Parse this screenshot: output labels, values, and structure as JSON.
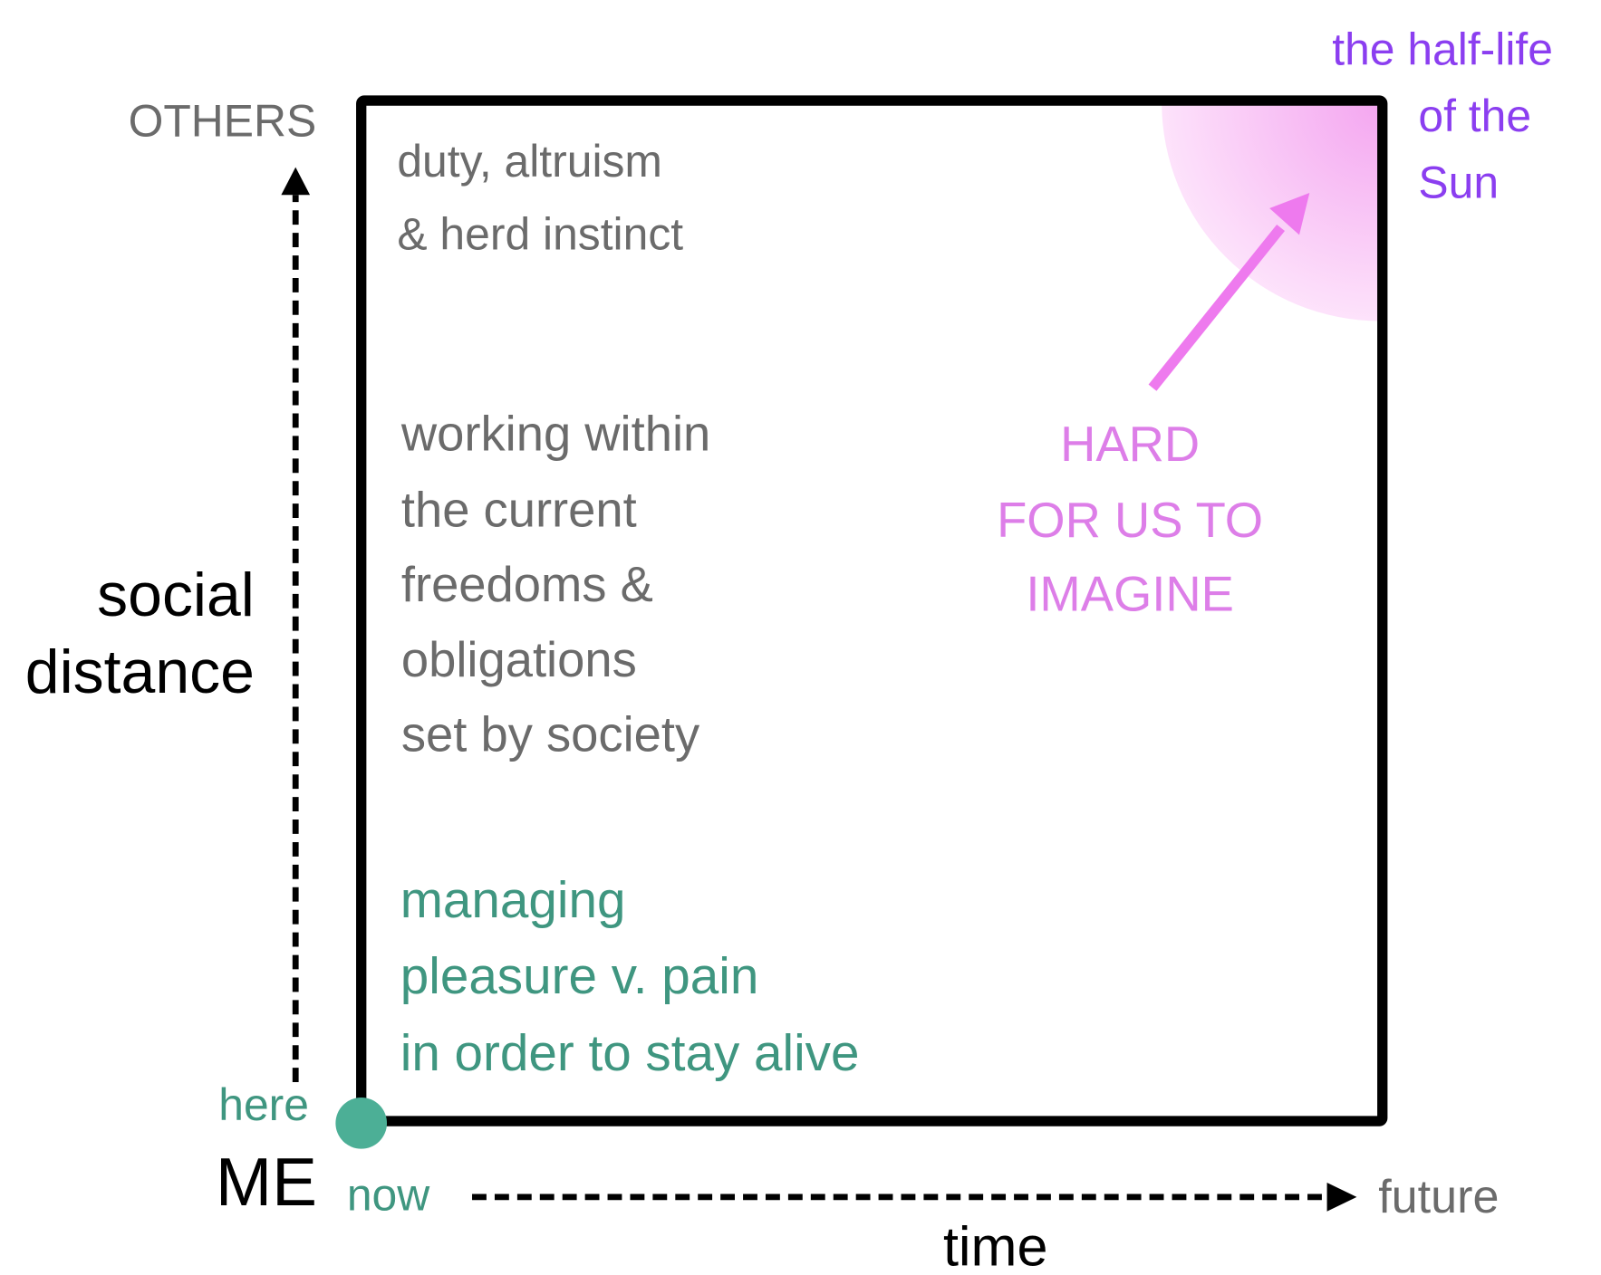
{
  "axes": {
    "y_top_label": "OTHERS",
    "y_axis_label": [
      "social",
      "distance"
    ],
    "x_axis_label": "time",
    "x_end_label": "future",
    "origin_label": "ME",
    "origin_place": "here",
    "origin_time": "now"
  },
  "regions": {
    "top": [
      "duty, altruism",
      "& herd instinct"
    ],
    "middle": [
      "working within",
      "the current",
      "freedoms &",
      "obligations",
      "set by society"
    ],
    "bottom": [
      "managing",
      "pleasure v. pain",
      "in order to stay alive"
    ],
    "hard": [
      "HARD",
      "FOR US TO",
      "IMAGINE"
    ]
  },
  "corner_note": [
    "the half-life",
    "of the",
    "Sun"
  ],
  "colors": {
    "gray": "#6b6b6b",
    "green": "#3f9680",
    "dot": "#4caf96",
    "magenta": "#dd7ee8",
    "purple": "#8b3ef0",
    "arrow": "#ee7aee"
  }
}
